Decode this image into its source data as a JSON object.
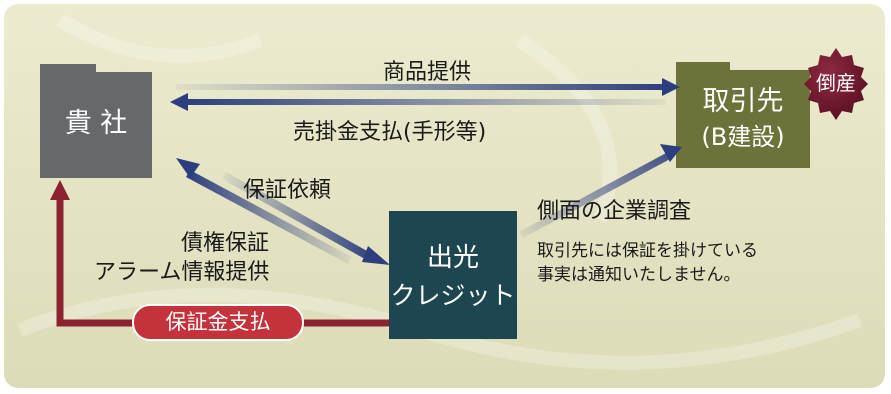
{
  "nodes": {
    "company": "貴 社",
    "client_name": "取引先",
    "client_sub": "(B建設)",
    "bankruptcy": "倒産",
    "credit_line1": "出光",
    "credit_line2": "クレジット"
  },
  "edges": {
    "goods": "商品提供",
    "payment": "売掛金支払(手形等)",
    "guarantee_request": "保証依頼",
    "debt_guarantee": "債権保証",
    "alarm_info": "アラーム情報提供",
    "investigation": "側面の企業調査",
    "notice_line1": "取引先には保証を掛けている",
    "notice_line2": "事実は通知いたしません。",
    "guarantee_payment": "保証金支払"
  },
  "colors": {
    "background": "#e9e8c8",
    "company_box": "#66696a",
    "client_box": "#6c7239",
    "credit_box": "#1e4650",
    "arrow_navy": "#2d3e7e",
    "arrow_red": "#8c2230",
    "bankruptcy_badge": "#6e1428",
    "pill": "#c4323c"
  }
}
